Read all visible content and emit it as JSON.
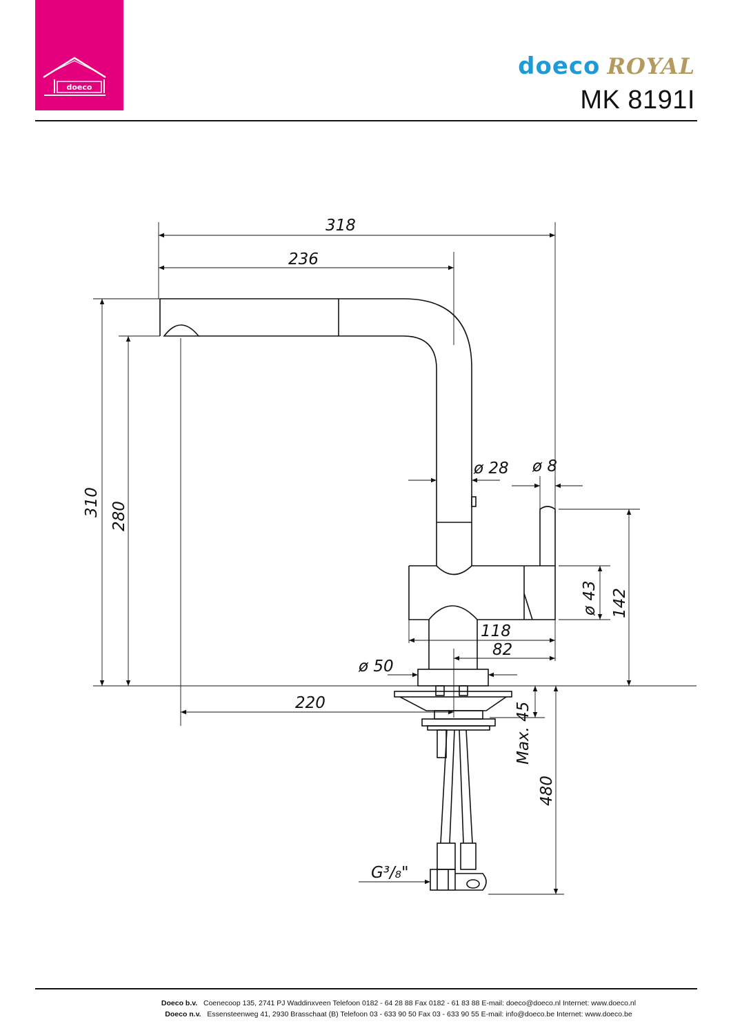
{
  "header": {
    "logo_text": "doeco",
    "brand_name": "doeco",
    "brand_line": "ROYAL",
    "model": "MK 8191I"
  },
  "colors": {
    "logo_bg": "#E4007C",
    "brand_blue": "#1E9AD6",
    "brand_gold": "#B39A5E",
    "line": "#111111"
  },
  "drawing": {
    "dimensions": {
      "d318": "318",
      "d236": "236",
      "d310": "310",
      "d280": "280",
      "d28": "ø 28",
      "d8": "ø 8",
      "d43": "ø 43",
      "d142": "142",
      "d118": "118",
      "d82": "82",
      "d50": "ø 50",
      "d220": "220",
      "dmax45": "Max. 45",
      "d480": "480",
      "thread": "G³/₈\""
    }
  },
  "footer": {
    "bv": {
      "company": "Doeco b.v.",
      "details": "Coenecoop 135,   2741 PJ  Waddinxveen   Telefoon 0182 - 64 28 88   Fax 0182 - 61 83 88   E-mail: doeco@doeco.nl   Internet: www.doeco.nl"
    },
    "nv": {
      "company": "Doeco n.v.",
      "details": "Essensteenweg 41, 2930  Brasschaat (B)   Telefoon 03 - 633 90 50   Fax 03 - 633 90 55   E-mail: info@doeco.be   Internet: www.doeco.be"
    }
  }
}
